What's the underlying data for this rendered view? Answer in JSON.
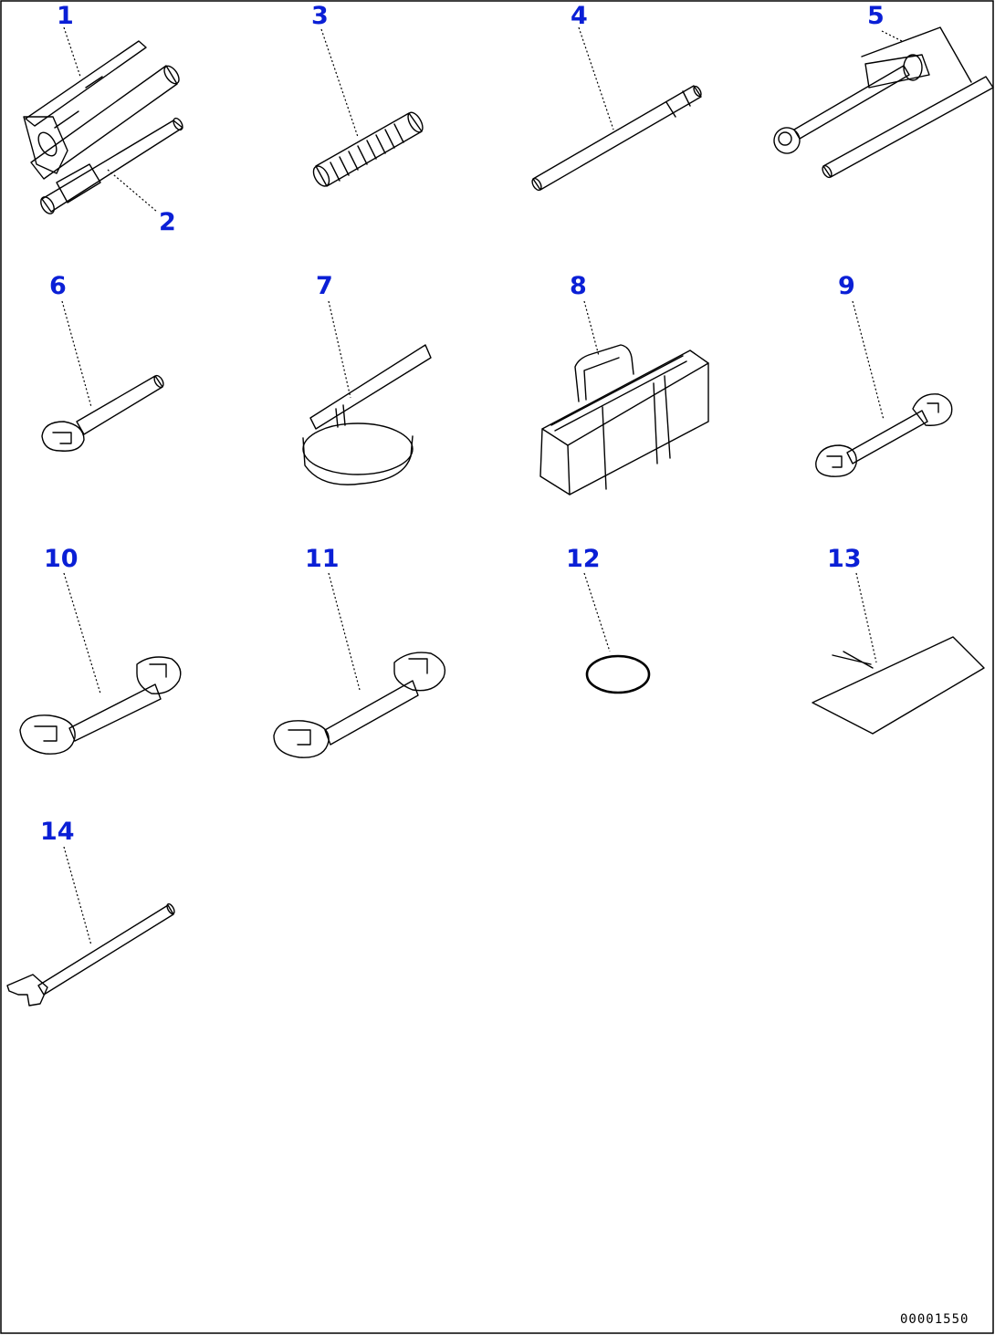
{
  "callouts": {
    "c1": "1",
    "c2": "2",
    "c3": "3",
    "c4": "4",
    "c5": "5",
    "c6": "6",
    "c7": "7",
    "c8": "8",
    "c9": "9",
    "c10": "10",
    "c11": "11",
    "c12": "12",
    "c13": "13",
    "c14": "14"
  },
  "drawing_id": "00001550",
  "colors": {
    "callout": "#0a1fd6",
    "line": "#000000",
    "border": "#000000",
    "background": "#ffffff"
  }
}
